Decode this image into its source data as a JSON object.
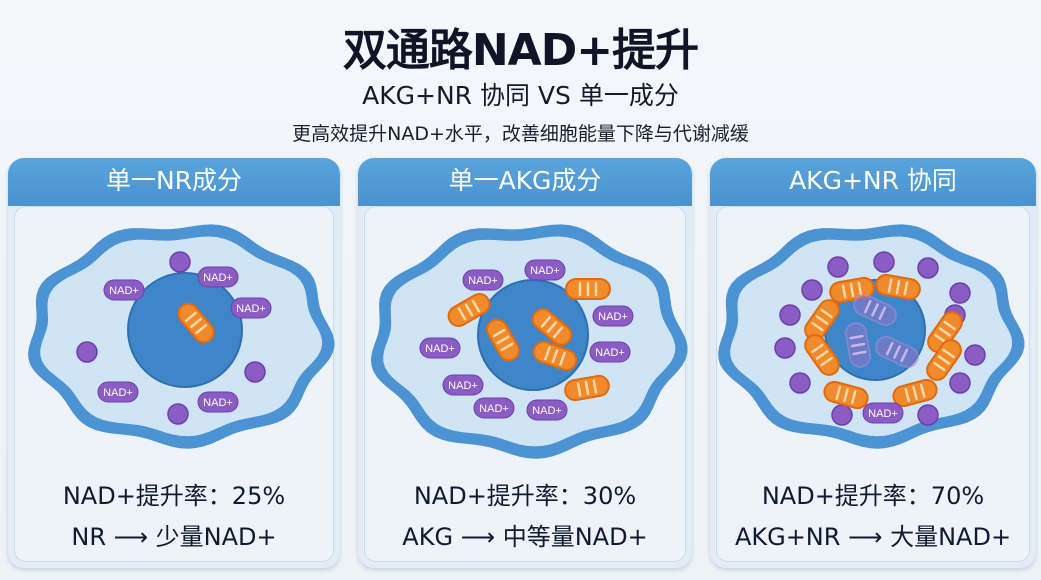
{
  "header": {
    "title": "双通路NAD+提升",
    "subtitle": "AKG+NR 协同 VS 单一成分",
    "tagline": "更高效提升NAD+水平，改善细胞能量下降与代谢减缓"
  },
  "nad_label": "NAD+",
  "cards": [
    {
      "title": "单一NR成分",
      "rate_label": "NAD+提升率：25%",
      "rate_percent": 25,
      "flow": "NR  ⟶  少量NAD+"
    },
    {
      "title": "单一AKG成分",
      "rate_label": "NAD+提升率：30%",
      "rate_percent": 30,
      "flow": "AKG  ⟶  中等量NAD+"
    },
    {
      "title": "AKG+NR 协同",
      "rate_label": "NAD+提升率：70%",
      "rate_percent": 70,
      "flow": "AKG+NR  ⟶  大量NAD+"
    }
  ],
  "colors": {
    "header_blue": "#4a92cf",
    "membrane": "#4b93d3",
    "nucleus": "#3f86c9",
    "nad_purple": "#8b5cc4",
    "mito_orange": "#f08a2a"
  }
}
